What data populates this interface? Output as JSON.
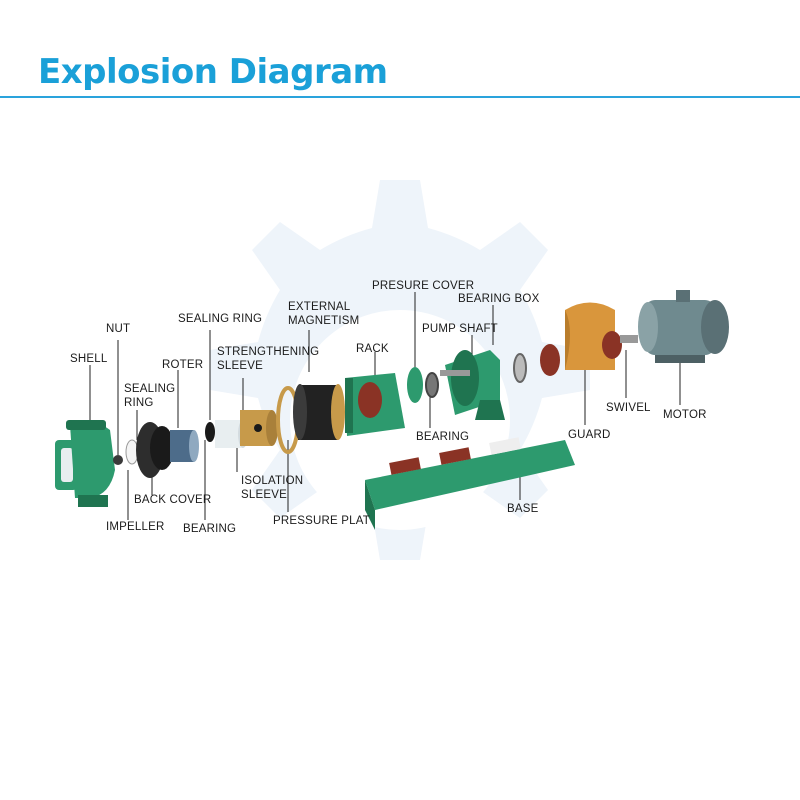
{
  "header": {
    "title": "Explosion Diagram"
  },
  "colors": {
    "title": "#1aa0d8",
    "rule": "#2aa3dc",
    "watermark": "#eef4fa",
    "pump_green": "#2d9a6e",
    "pump_green_dark": "#1f7450",
    "bronze": "#c79a4a",
    "guard_orange": "#d9963c",
    "impeller_dark": "#2d2d2d",
    "motor_grey": "#6f8a8f",
    "ptfe_white": "#e8eef0",
    "maroon": "#8a3325"
  },
  "labels": {
    "nut": "NUT",
    "shell": "SHELL",
    "sealing_ring_1": [
      "SEALING",
      "RING"
    ],
    "impeller": "IMPELLER",
    "back_cover": "BACK COVER",
    "roter": "ROTER",
    "sealing_ring_2": "SEALING RING",
    "strengthening_sleeve": [
      "STRENGTHENING",
      "SLEEVE"
    ],
    "bearing_1": "BEARING",
    "isolation_sleeve": [
      "ISOLATION",
      "SLEEVE"
    ],
    "external_magnetism": [
      "EXTERNAL",
      "MAGNETISM"
    ],
    "pressure_plat": "PRESSURE PLAT",
    "rack": "RACK",
    "presure_cover": "PRESURE COVER",
    "bearing_box": "BEARING BOX",
    "pump_shaft": "PUMP SHAFT",
    "bearing_2": "BEARING",
    "guard": "GUARD",
    "swivel": "SWIVEL",
    "motor": "MOTOR",
    "base": "BASE"
  }
}
